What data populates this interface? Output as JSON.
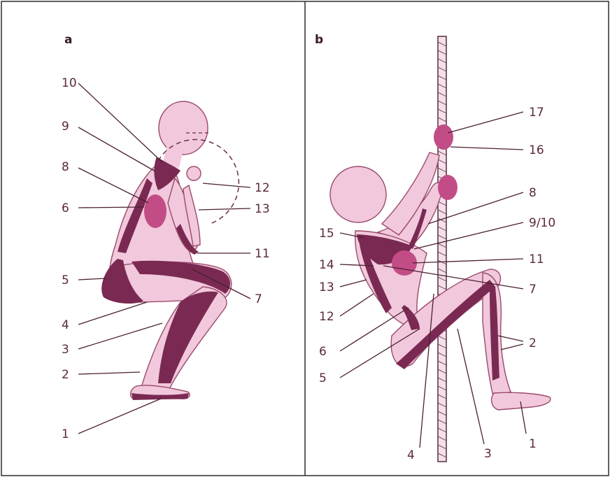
{
  "panels": [
    {
      "id": "a",
      "label": "a",
      "callouts": [
        "1",
        "2",
        "3",
        "4",
        "5",
        "6",
        "7",
        "8",
        "9",
        "10",
        "11",
        "12",
        "13"
      ]
    },
    {
      "id": "b",
      "label": "b",
      "callouts": [
        "1",
        "2",
        "3",
        "4",
        "5",
        "6",
        "7",
        "8",
        "9/10",
        "11",
        "12",
        "13",
        "14",
        "15",
        "16",
        "17"
      ]
    }
  ],
  "colors": {
    "skin": "#f2c8dc",
    "muscle_dark": "#7a2a52",
    "muscle_mid": "#c24d86",
    "border": "#2b2b2b"
  }
}
